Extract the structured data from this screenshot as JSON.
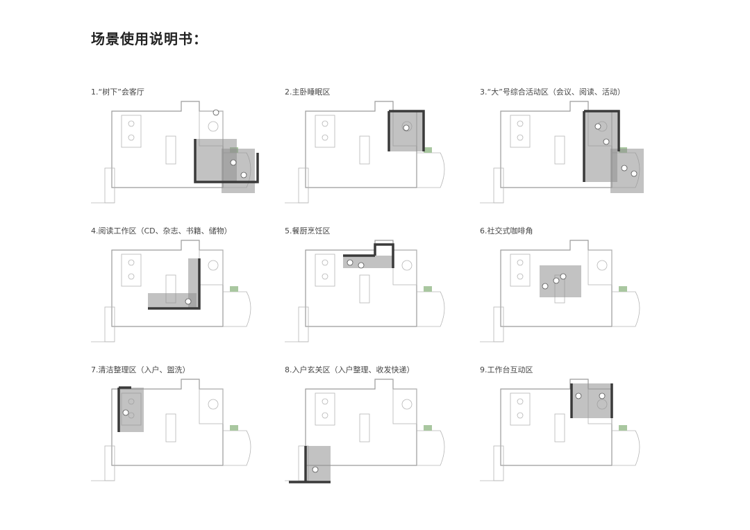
{
  "title": "场景使用说明书：",
  "scenes": [
    {
      "num": "1.",
      "label": "“树下”会客厅",
      "zone": "lounge"
    },
    {
      "num": "2.",
      "label": "主卧睡眠区",
      "zone": "bedroom"
    },
    {
      "num": "3.",
      "label": "“大”号综合活动区（会议、阅读、活动）",
      "zone": "activity"
    },
    {
      "num": "4.",
      "label": "阅读工作区（CD、杂志、书籍、储物）",
      "zone": "reading"
    },
    {
      "num": "5.",
      "label": "餐厨烹饪区",
      "zone": "kitchen"
    },
    {
      "num": "6.",
      "label": "社交式咖啡角",
      "zone": "cafe"
    },
    {
      "num": "7.",
      "label": "清洁整理区（入户、盥洗）",
      "zone": "cleaning"
    },
    {
      "num": "8.",
      "label": "入户玄关区（入户整理、收发快递）",
      "zone": "entry"
    },
    {
      "num": "9.",
      "label": "工作台互动区",
      "zone": "workbench"
    }
  ],
  "colors": {
    "highlight": "#3a3a3a",
    "floor": "#e6e6e6",
    "plant": "#a9c7a0"
  }
}
